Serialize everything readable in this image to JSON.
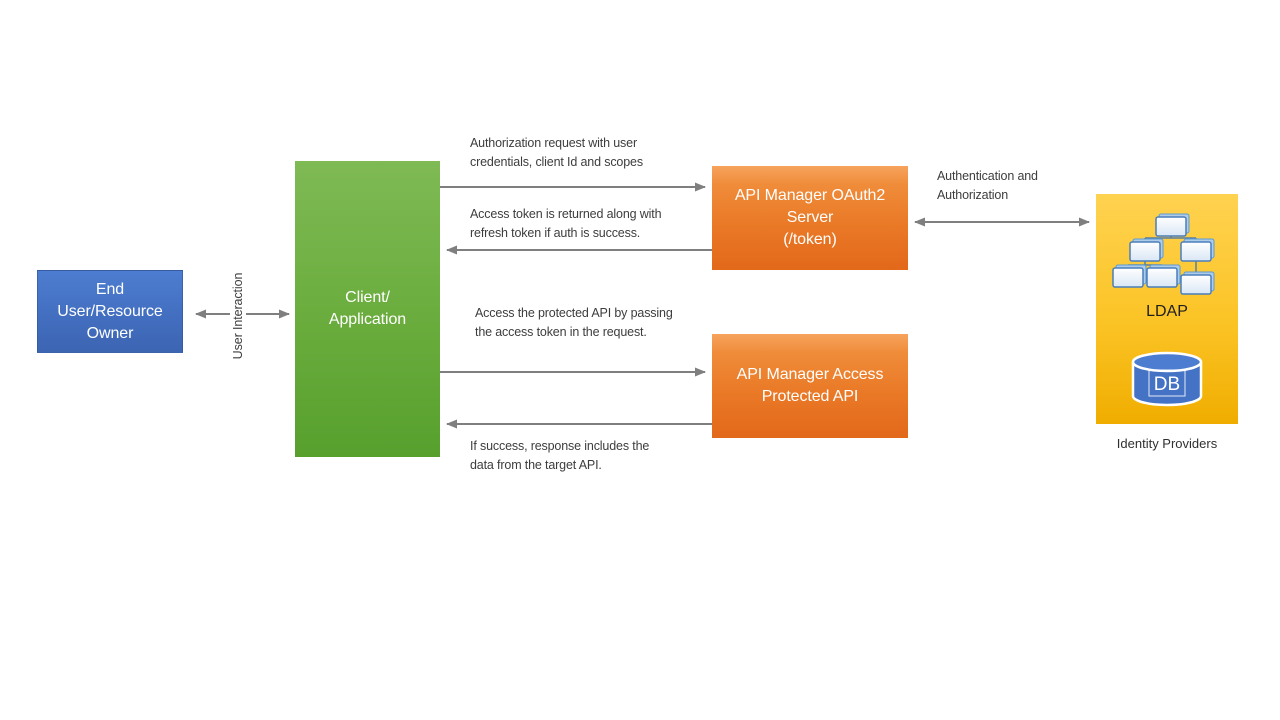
{
  "nodes": {
    "end_user": {
      "label": "End\nUser/Resource\nOwner"
    },
    "client": {
      "label": "Client/\nApplication"
    },
    "oauth_server": {
      "label": "API Manager OAuth2\nServer\n(/token)"
    },
    "protected_api": {
      "label": "API Manager Access\nProtected API"
    },
    "identity": {
      "ldap_label": "LDAP",
      "db_label": "DB",
      "caption": "Identity Providers"
    }
  },
  "labels": {
    "auth_request": "Authorization request with user\ncredentials, client Id and scopes",
    "token_response": "Access token is returned along with\nrefresh token if auth is success.",
    "access_api": "Access the protected API by passing\nthe access token in the request.",
    "success_response": "If success, response includes the\ndata from the target API.",
    "user_interaction": "User Interaction",
    "authn_authz": "Authentication and\nAuthorization"
  },
  "colors": {
    "end_user_blue": "#4472C4",
    "client_green": "#6CAE3F",
    "api_manager_orange": "#ED7D31",
    "identity_yellow": "#FFC000",
    "arrow_gray": "#7F7F7F",
    "label_text": "#3D3D3D",
    "box_text": "#FFFFFF"
  }
}
